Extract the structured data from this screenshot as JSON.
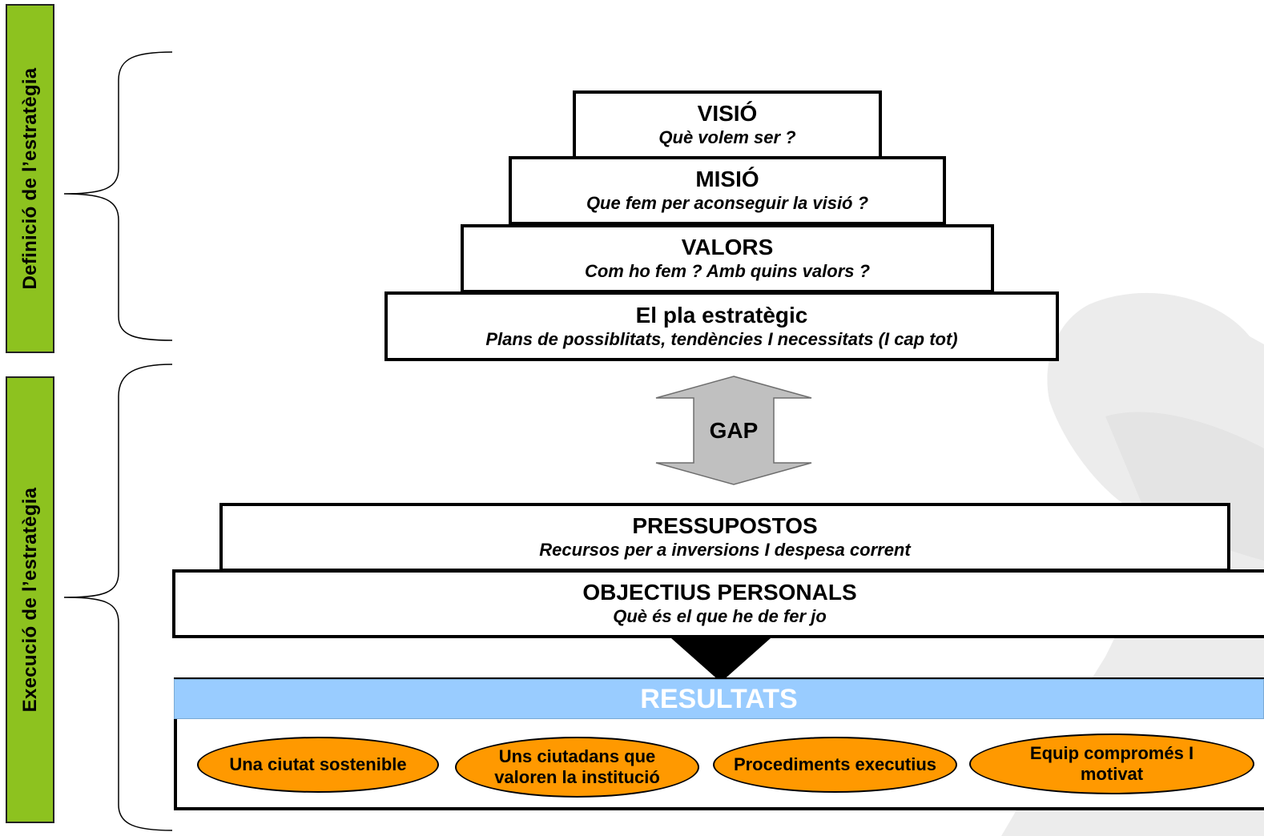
{
  "sidebars": {
    "definition": "Definició de l’estratègia",
    "execution": "Execució de l’estratègia"
  },
  "pyramid": [
    {
      "title": "VISIÓ",
      "subtitle": "Què volem ser ?"
    },
    {
      "title": "MISIÓ",
      "subtitle": "Que fem per aconseguir la visió ?"
    },
    {
      "title": "VALORS",
      "subtitle": "Com ho fem ? Amb quins valors ?"
    },
    {
      "title": "El pla estratègic",
      "subtitle": "Plans de possiblitats, tendències I necessitats (I cap tot)"
    }
  ],
  "gap": "GAP",
  "execution_boxes": [
    {
      "title": "PRESSUPOSTOS",
      "subtitle": "Recursos per a inversions I despesa corrent"
    },
    {
      "title": "OBJECTIUS PERSONALS",
      "subtitle": "Què és el que he de fer jo"
    }
  ],
  "results": {
    "title": "RESULTATS",
    "items": [
      "Una ciutat sostenible",
      "Uns ciutadans que valoren la institució",
      "Procediments executius",
      "Equip compromés I motivat"
    ]
  },
  "colors": {
    "sidebar": "#8dc21f",
    "results_bar": "#99ccff",
    "ellipse": "#ff9900",
    "gap_arrow": "#c0c0c0",
    "watermark": "#ececec"
  }
}
